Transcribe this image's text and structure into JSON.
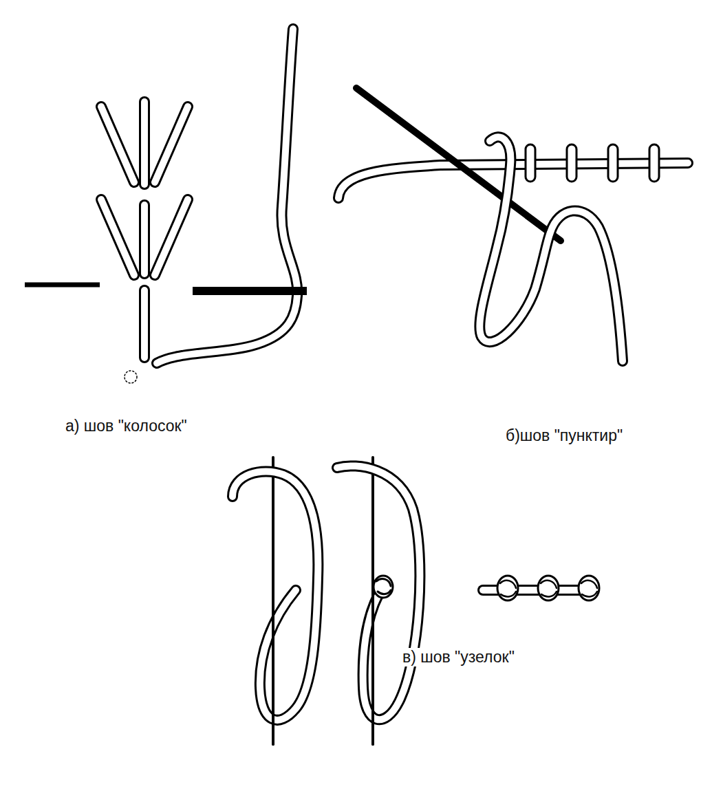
{
  "diagram": {
    "labels": [
      "а)  шов \"колосок\"",
      "б)шов \"пунктир\"",
      "в) шов \"узелок\""
    ]
  }
}
